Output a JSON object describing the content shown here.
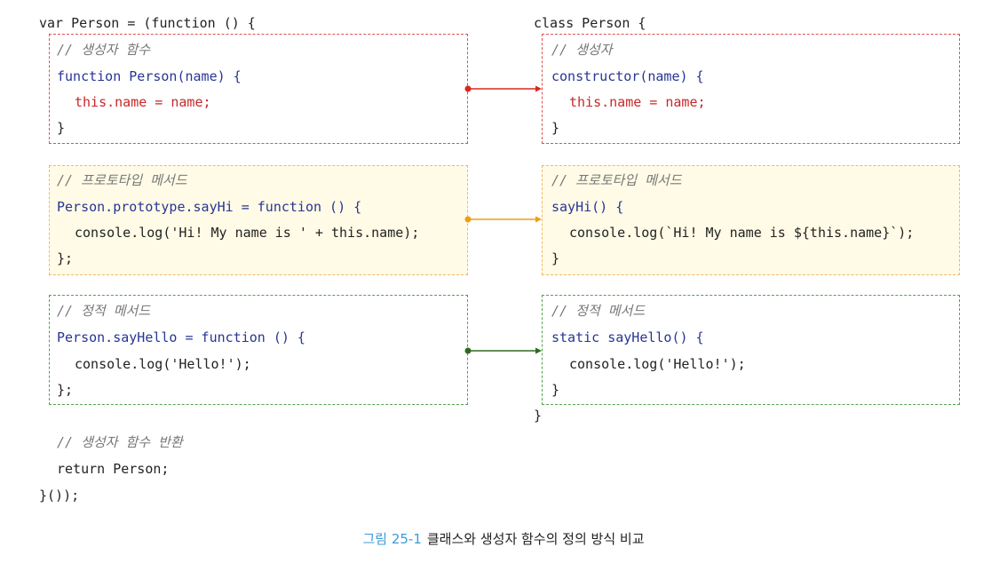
{
  "left": {
    "header": "var Person = (function () {",
    "ctor_box": {
      "comment": "// 생성자 함수",
      "line1": "function Person(name) {",
      "line2": "this.name = name;",
      "line3": "}"
    },
    "proto_box": {
      "comment": "// 프로토타입 메서드",
      "line1": "Person.prototype.sayHi = function () {",
      "line2": "console.log('Hi! My name is ' + this.name);",
      "line3": "};"
    },
    "static_box": {
      "comment": "// 정적 메서드",
      "line1": "Person.sayHello = function () {",
      "line2": "console.log('Hello!');",
      "line3": "};"
    },
    "return_comment": "// 생성자 함수 반환",
    "return_line": "return Person;",
    "footer": "}());"
  },
  "right": {
    "header": "class Person {",
    "ctor_box": {
      "comment": "// 생성자",
      "line1": "constructor(name) {",
      "line2": "this.name = name;",
      "line3": "}"
    },
    "proto_box": {
      "comment": "// 프로토타입 메서드",
      "line1": "sayHi() {",
      "line2": "console.log(`Hi! My name is ${this.name}`);",
      "line3": "}"
    },
    "static_box": {
      "comment": "// 정적 메서드",
      "line1": "static sayHello() {",
      "line2": "console.log('Hello!');",
      "line3": "}"
    },
    "footer": "}"
  },
  "arrows": {
    "ctor_color": "#d9281f",
    "proto_color": "#f39c12",
    "static_color": "#2e6b1f"
  },
  "caption": {
    "figure_label": "그림 25-1",
    "text": "클래스와 생성자 함수의 정의 방식 비교"
  }
}
